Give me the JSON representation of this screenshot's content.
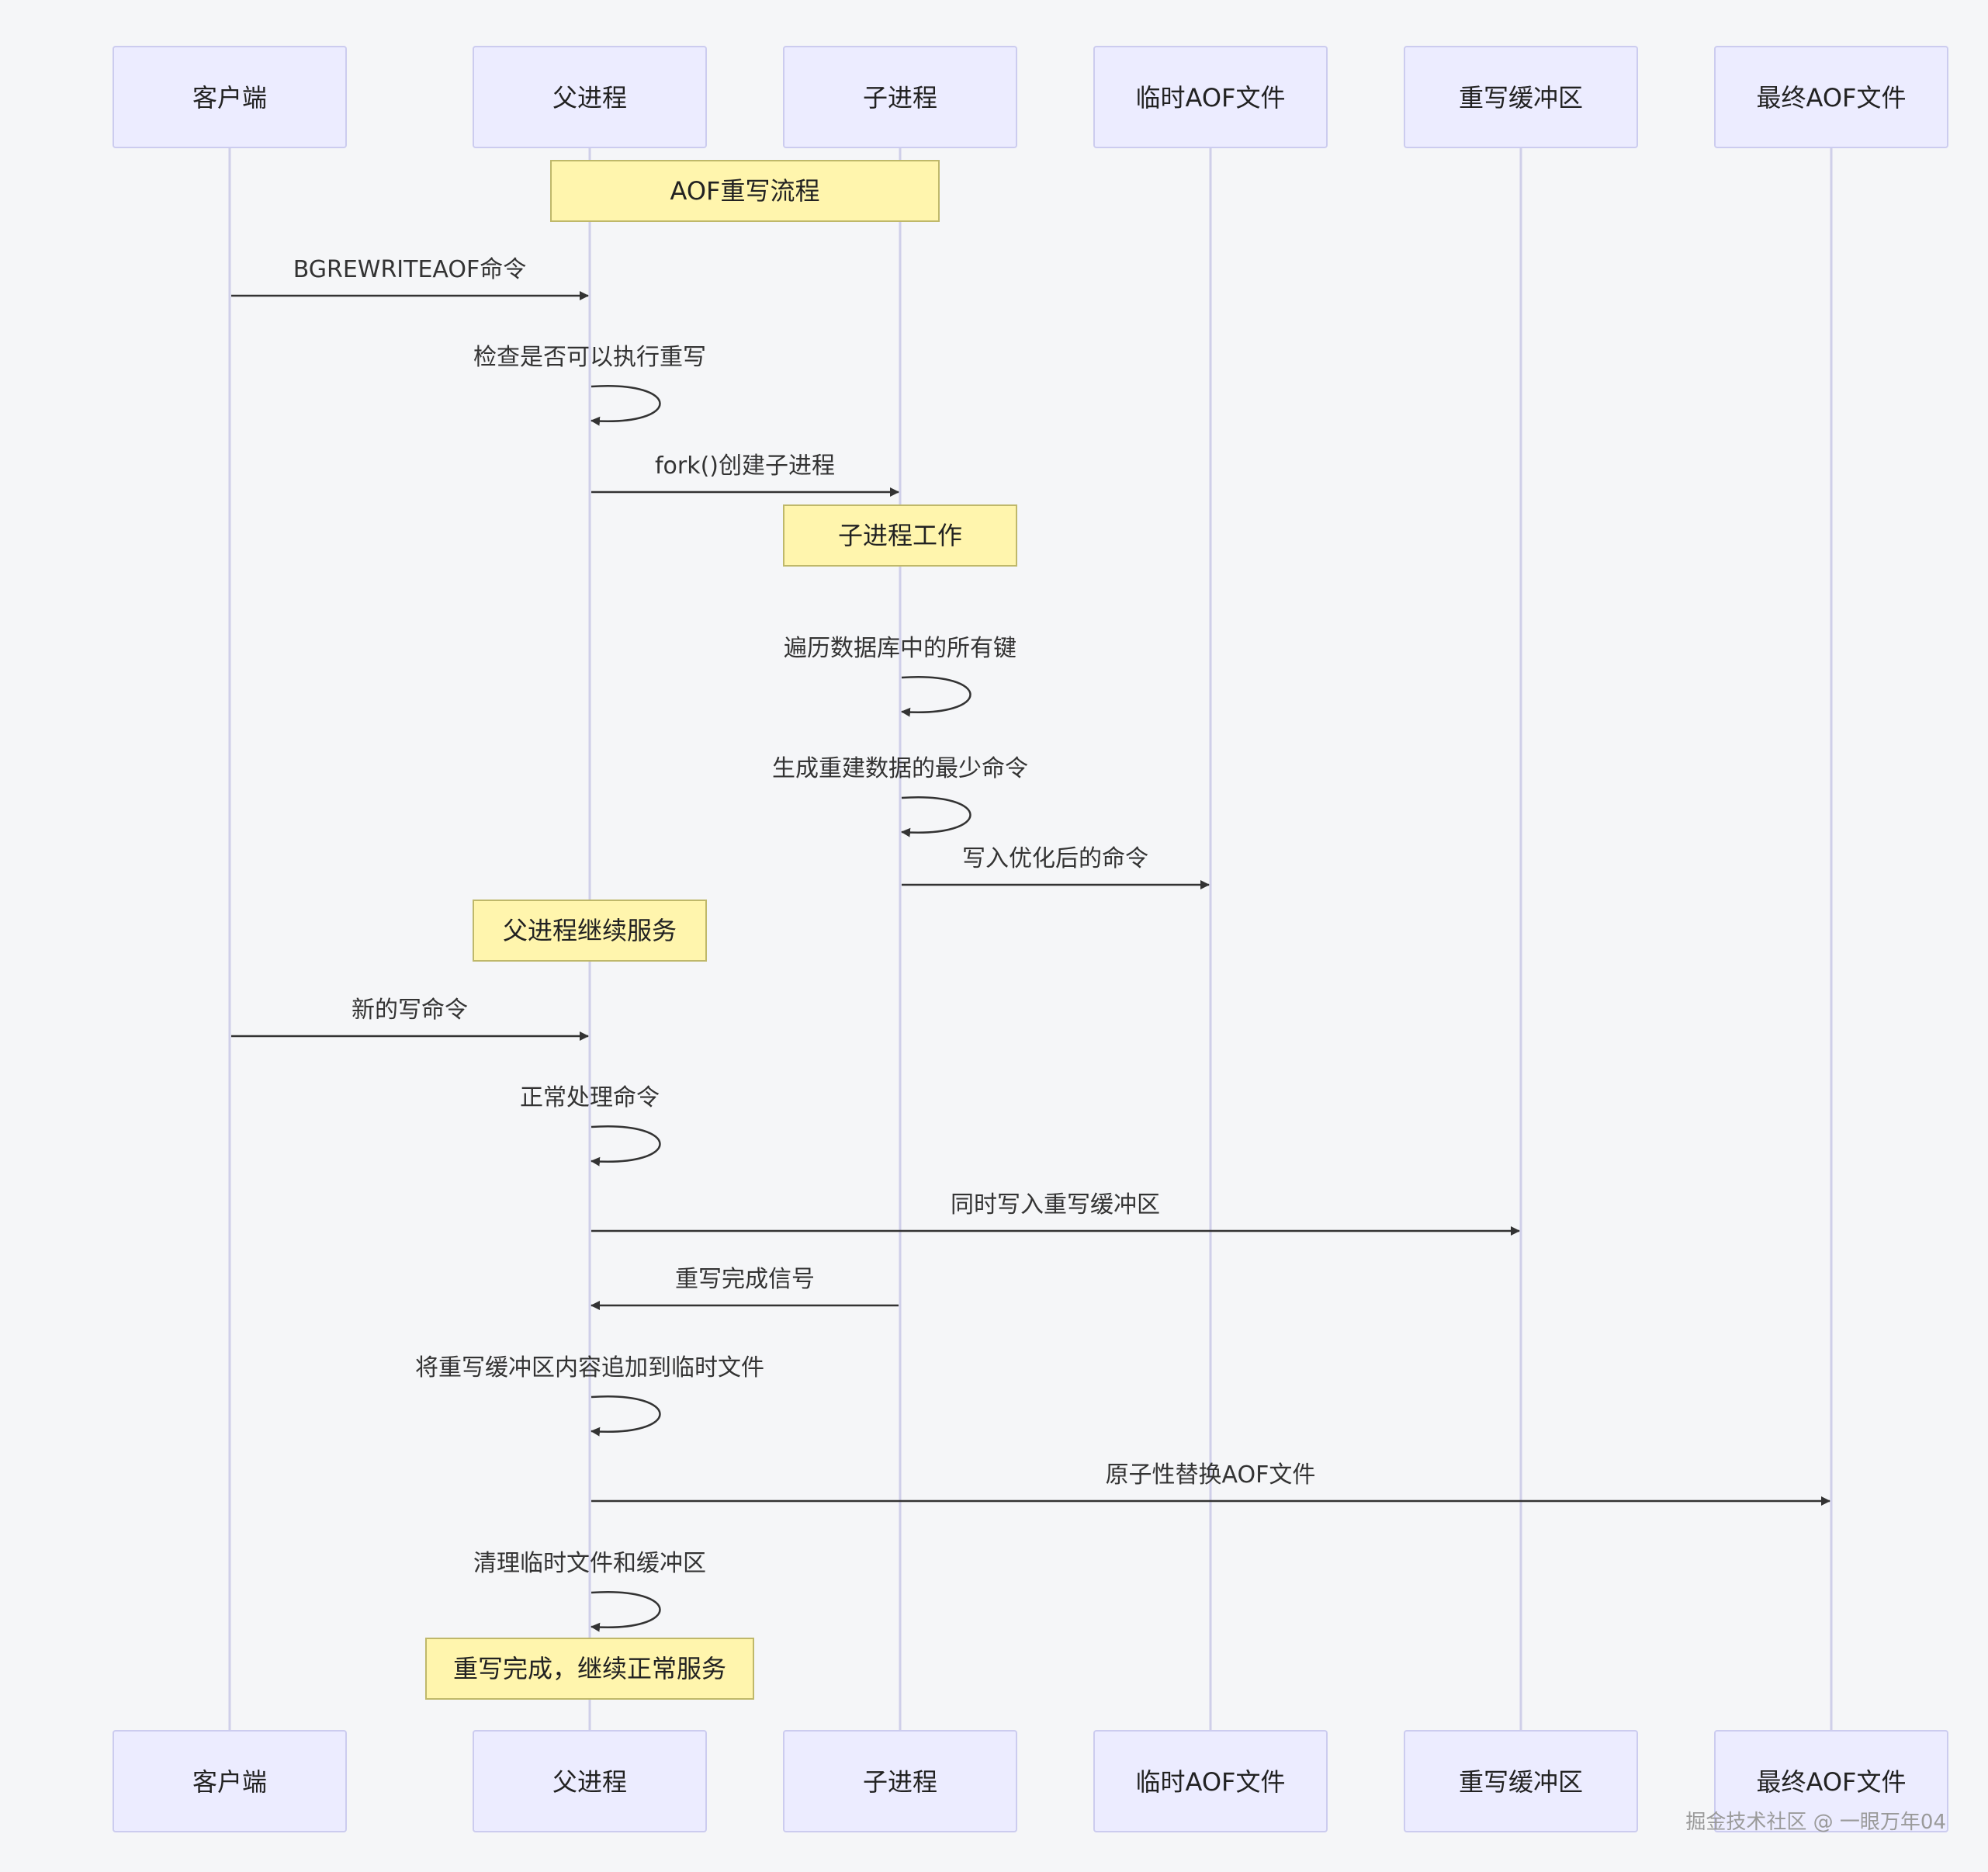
{
  "participants": [
    {
      "id": "client",
      "label": "客户端"
    },
    {
      "id": "parent",
      "label": "父进程"
    },
    {
      "id": "child",
      "label": "子进程"
    },
    {
      "id": "tmpaof",
      "label": "临时AOF文件"
    },
    {
      "id": "buffer",
      "label": "重写缓冲区"
    },
    {
      "id": "finalaof",
      "label": "最终AOF文件"
    }
  ],
  "events": [
    {
      "kind": "note",
      "span": [
        "parent",
        "child"
      ],
      "text": "AOF重写流程"
    },
    {
      "kind": "message",
      "from": "client",
      "to": "parent",
      "text": "BGREWRITEAOF命令"
    },
    {
      "kind": "self",
      "on": "parent",
      "text": "检查是否可以执行重写"
    },
    {
      "kind": "message",
      "from": "parent",
      "to": "child",
      "text": "fork()创建子进程"
    },
    {
      "kind": "note",
      "span": [
        "child"
      ],
      "text": "子进程工作"
    },
    {
      "kind": "self",
      "on": "child",
      "text": "遍历数据库中的所有键"
    },
    {
      "kind": "self",
      "on": "child",
      "text": "生成重建数据的最少命令"
    },
    {
      "kind": "message",
      "from": "child",
      "to": "tmpaof",
      "text": "写入优化后的命令"
    },
    {
      "kind": "note",
      "span": [
        "parent"
      ],
      "text": "父进程继续服务"
    },
    {
      "kind": "message",
      "from": "client",
      "to": "parent",
      "text": "新的写命令"
    },
    {
      "kind": "self",
      "on": "parent",
      "text": "正常处理命令"
    },
    {
      "kind": "message",
      "from": "parent",
      "to": "buffer",
      "text": "同时写入重写缓冲区"
    },
    {
      "kind": "message",
      "from": "child",
      "to": "parent",
      "text": "重写完成信号"
    },
    {
      "kind": "self",
      "on": "parent",
      "text": "将重写缓冲区内容追加到临时文件"
    },
    {
      "kind": "message",
      "from": "parent",
      "to": "finalaof",
      "text": "原子性替换AOF文件"
    },
    {
      "kind": "self",
      "on": "parent",
      "text": "清理临时文件和缓冲区"
    },
    {
      "kind": "note",
      "span": [
        "parent"
      ],
      "text": "重写完成，继续正常服务"
    }
  ],
  "watermark": "掘金技术社区 @ 一眼万年04"
}
